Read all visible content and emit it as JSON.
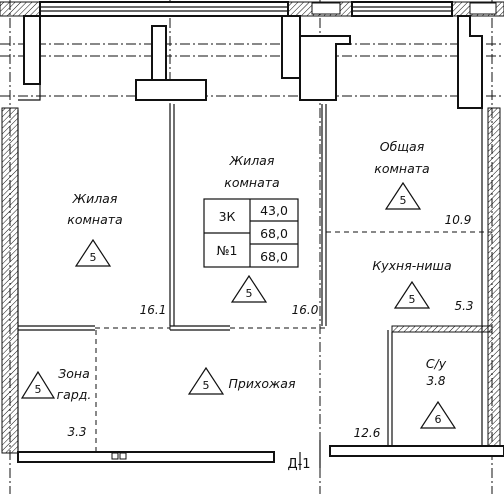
{
  "rooms": {
    "living1": {
      "name_line1": "Жилая",
      "name_line2": "комната",
      "class": "5",
      "area": "16.1"
    },
    "living2": {
      "name_line1": "Жилая",
      "name_line2": "комната",
      "class": "5",
      "area": "16.0"
    },
    "common": {
      "name_line1": "Общая",
      "name_line2": "комната",
      "class": "5",
      "area": "10.9"
    },
    "kitchen": {
      "name": "Кухня-ниша",
      "class": "5",
      "area": "5.3"
    },
    "wardrobe": {
      "name_line1": "Зона",
      "name_line2": "гард.",
      "class": "5",
      "area": "3.3"
    },
    "hall": {
      "name": "Прихожая",
      "class": "5",
      "area": "12.6"
    },
    "bath": {
      "name": "С/у",
      "area": "3.8",
      "class": "6"
    }
  },
  "spec_table": {
    "type_label": "3К",
    "number_label": "№1",
    "values": [
      "43,0",
      "68,0",
      "68,0"
    ]
  },
  "axis_label": "Д-1"
}
